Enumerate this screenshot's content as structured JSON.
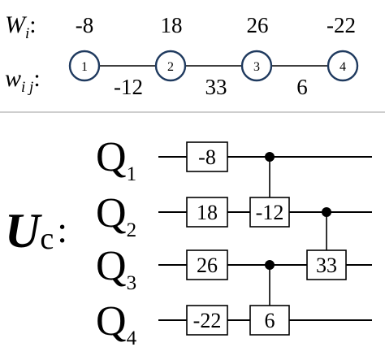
{
  "graph": {
    "weights_label": {
      "main": "W",
      "sub": "i",
      "tail": ":"
    },
    "edge_label": {
      "main": "w",
      "sub": "i j",
      "tail": ":"
    },
    "nodes": [
      {
        "id": "1",
        "weight": "-8"
      },
      {
        "id": "2",
        "weight": "18"
      },
      {
        "id": "3",
        "weight": "26"
      },
      {
        "id": "4",
        "weight": "-22"
      }
    ],
    "edges": [
      {
        "from": "1",
        "to": "2",
        "weight": "-12"
      },
      {
        "from": "2",
        "to": "3",
        "weight": "33"
      },
      {
        "from": "3",
        "to": "4",
        "weight": "6"
      }
    ]
  },
  "circuit": {
    "label": {
      "main": "U",
      "sub": "c",
      "tail": ":"
    },
    "qubits": [
      {
        "name": "Q",
        "sub": "1"
      },
      {
        "name": "Q",
        "sub": "2"
      },
      {
        "name": "Q",
        "sub": "3"
      },
      {
        "name": "Q",
        "sub": "4"
      }
    ],
    "single_gates": [
      {
        "qubit": 1,
        "label": "-8"
      },
      {
        "qubit": 2,
        "label": "18"
      },
      {
        "qubit": 3,
        "label": "26"
      },
      {
        "qubit": 4,
        "label": "-22"
      }
    ],
    "controlled_gates": [
      {
        "control": 1,
        "target": 2,
        "label": "-12"
      },
      {
        "control": 3,
        "target": 4,
        "label": "6"
      },
      {
        "control": 2,
        "target": 3,
        "label": "33"
      }
    ]
  },
  "colors": {
    "node_stroke": "#1f3a5f",
    "ink": "#000000",
    "divider": "#bdbdbd"
  }
}
